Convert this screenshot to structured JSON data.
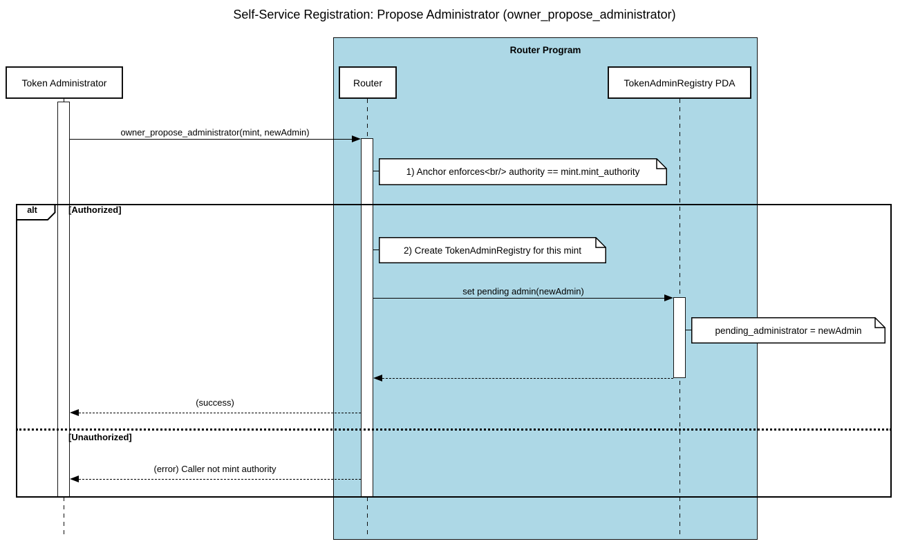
{
  "diagram": {
    "title": "Self-Service Registration: Propose Administrator (owner_propose_administrator)"
  },
  "group": {
    "label": "Router Program",
    "fill": "#add8e6"
  },
  "participants": [
    {
      "name": "Token Administrator"
    },
    {
      "name": "Router"
    },
    {
      "name": "TokenAdminRegistry PDA"
    }
  ],
  "messages": [
    {
      "label": "owner_propose_administrator(mint, newAdmin)",
      "style": "solid",
      "from": "Token Administrator",
      "to": "Router"
    },
    {
      "label": "set pending admin(newAdmin)",
      "style": "solid",
      "from": "Router",
      "to": "TokenAdminRegistry PDA"
    },
    {
      "label": "",
      "style": "dashed",
      "from": "TokenAdminRegistry PDA",
      "to": "Router"
    },
    {
      "label": "(success)",
      "style": "dashed",
      "from": "Router",
      "to": "Token Administrator"
    },
    {
      "label": "(error) Caller not mint authority",
      "style": "dashed",
      "from": "Router",
      "to": "Token Administrator"
    }
  ],
  "notes": [
    {
      "text": "1) Anchor enforces<br/> authority == mint.mint_authority"
    },
    {
      "text": "2) Create TokenAdminRegistry for this mint"
    },
    {
      "text": "pending_administrator = newAdmin"
    }
  ],
  "alt_frame": {
    "operator": "alt",
    "guard_authorized": "[Authorized]",
    "guard_unauthorized": "[Unauthorized]"
  }
}
